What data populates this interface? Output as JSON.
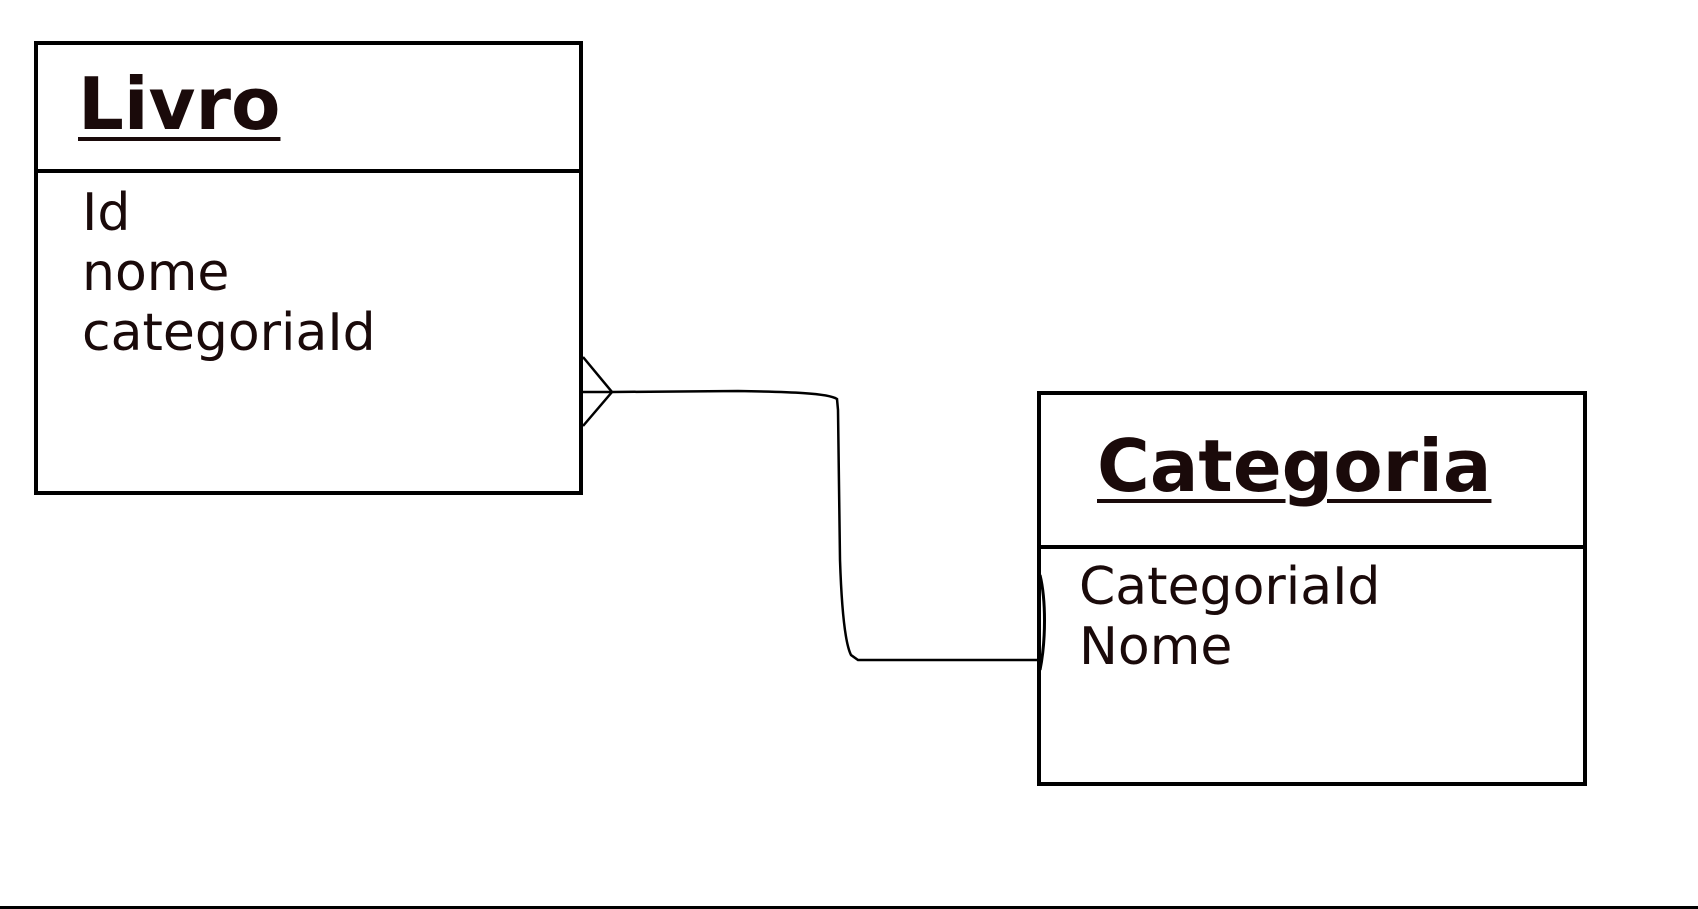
{
  "entities": {
    "livro": {
      "title": "Livro",
      "attributes": [
        "Id",
        "nome",
        "categoriaId"
      ]
    },
    "categoria": {
      "title": "Categoria",
      "attributes": [
        "CategoriaId",
        "Nome"
      ]
    }
  },
  "relationship": {
    "from": "Livro",
    "to": "Categoria",
    "from_cardinality": "many",
    "to_cardinality": "one"
  },
  "colors": {
    "stroke": "#000000",
    "text": "#1a0a0a",
    "background": "#ffffff"
  }
}
